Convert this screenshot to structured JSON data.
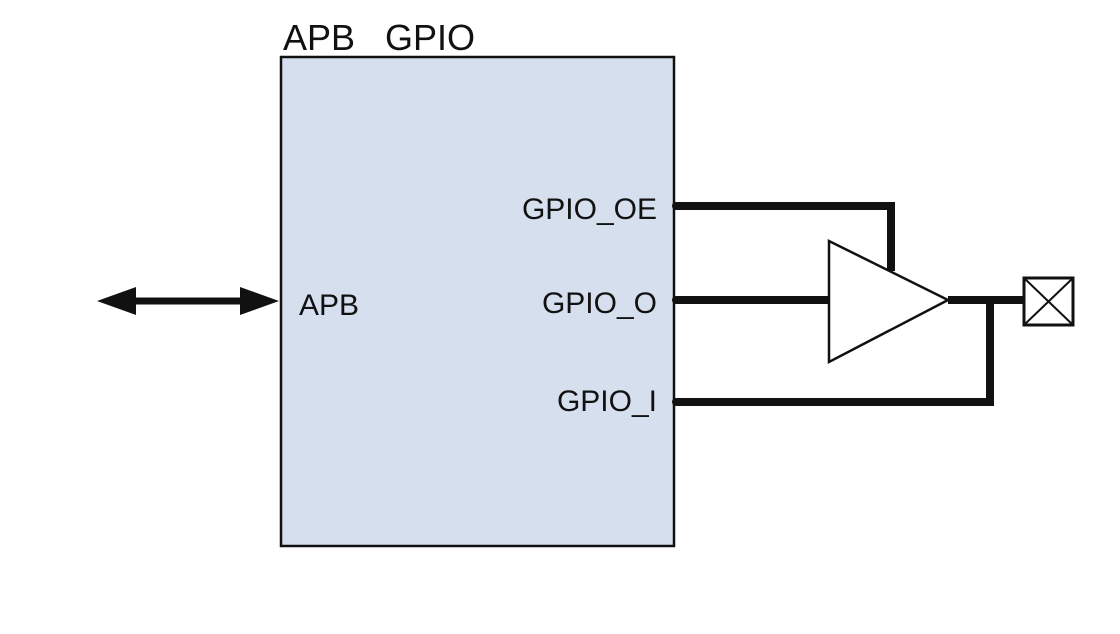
{
  "title": "APB   GPIO",
  "block": {
    "input_port_label": "APB",
    "output_ports": [
      "GPIO_OE",
      "GPIO_O",
      "GPIO_I"
    ]
  },
  "colors": {
    "block_fill": "#d6dfee",
    "stroke": "#111111",
    "background": "#ffffff"
  },
  "icons": {
    "bus_arrow": "double-headed-arrow-icon",
    "buffer": "tristate-buffer-triangle-icon",
    "pad": "io-pad-cross-box-icon"
  }
}
